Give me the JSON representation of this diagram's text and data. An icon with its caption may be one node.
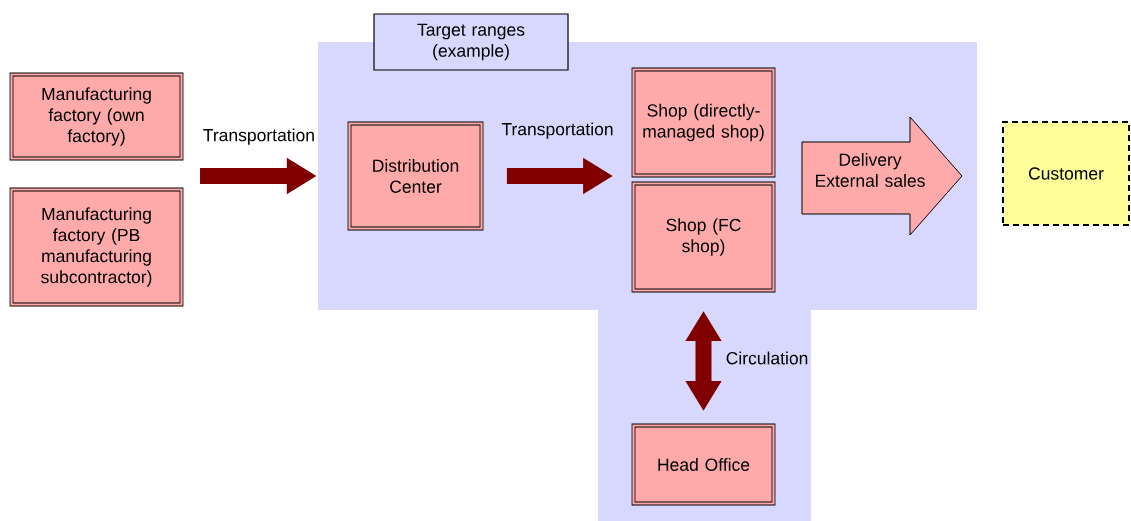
{
  "diagram": {
    "nodes": [
      {
        "text": [],
        "shape": "box"
      },
      {
        "text": [
          "Target ranges (example)"
        ]
      },
      {
        "text": [
          "Manufacturing factory (own factory)"
        ]
      },
      {
        "text": [
          "Manufacturing factory (PB manufacturing subcontractor)"
        ]
      },
      {
        "text": [
          "Distribution Center"
        ],
        "in": 0
      },
      {
        "text": [
          "Shop (directly-managed shop)"
        ],
        "in": 0
      },
      {
        "text": [
          "Shop (FC shop)"
        ],
        "in": 0
      },
      {
        "text": [
          "Head Office"
        ],
        "in": 0
      },
      {
        "text": [
          "Delivery External sales"
        ],
        "in": 0
      },
      {
        "text": [
          "Customer"
        ]
      }
    ],
    "edges": [
      {
        "from": null,
        "to": 0,
        "label": "Transportation",
        "arrow": "to"
      },
      {
        "from": 4,
        "to": 5,
        "label": "Transportation",
        "arrow": "to"
      },
      {
        "from": 4,
        "to": 6,
        "arrow": "to"
      },
      {
        "from": 6,
        "to": 7,
        "label": "Circulation",
        "arrow": "both"
      }
    ]
  }
}
